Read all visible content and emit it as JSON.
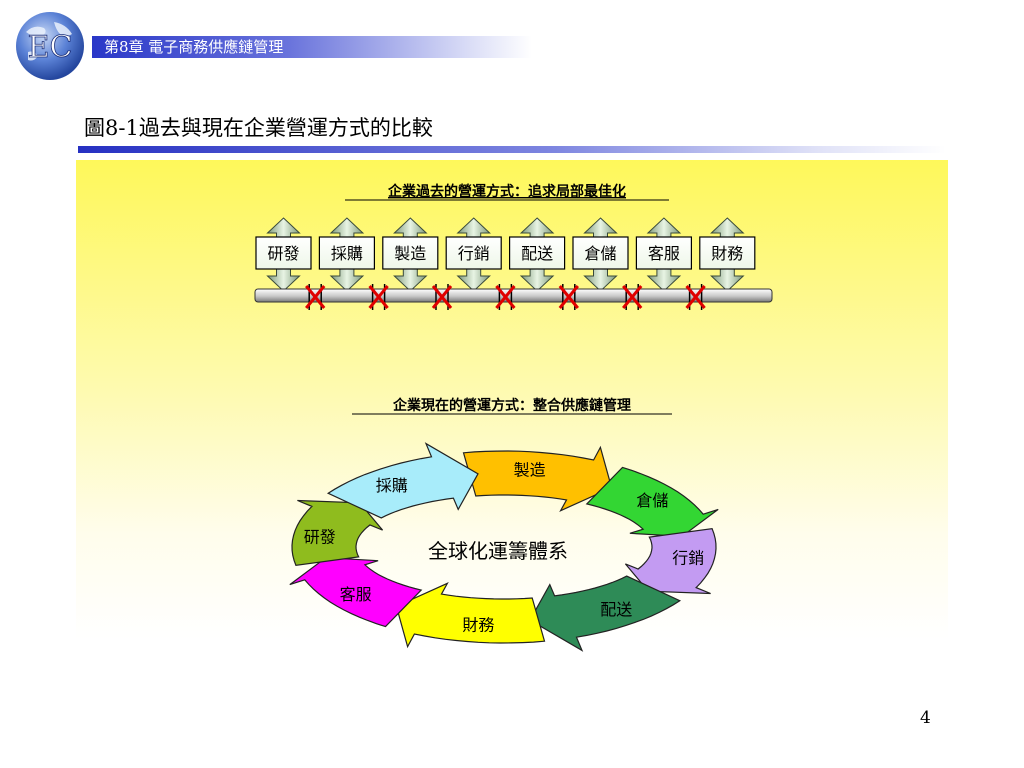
{
  "header": {
    "logo_text": "EC",
    "chapter": "第8章 電子商務供應鏈管理"
  },
  "figure_title": "圖8-1過去與現在企業營運方式的比較",
  "past": {
    "heading": "企業過去的營運方式：追求局部最佳化",
    "departments": [
      "研發",
      "採購",
      "製造",
      "行銷",
      "配送",
      "倉儲",
      "客服",
      "財務"
    ],
    "break_icon": "red-x-break-icon"
  },
  "present": {
    "heading": "企業現在的營運方式：整合供應鏈管理",
    "center": "全球化運籌體系",
    "segments": [
      {
        "label": "製造",
        "color": "#ffc000"
      },
      {
        "label": "倉儲",
        "color": "#33d633"
      },
      {
        "label": "行銷",
        "color": "#c39bf2"
      },
      {
        "label": "配送",
        "color": "#2e8b57"
      },
      {
        "label": "財務",
        "color": "#ffff00"
      },
      {
        "label": "客服",
        "color": "#ff00ff"
      },
      {
        "label": "研發",
        "color": "#8fbc1e"
      },
      {
        "label": "採購",
        "color": "#a8ecfa"
      }
    ]
  },
  "page_number": "4"
}
